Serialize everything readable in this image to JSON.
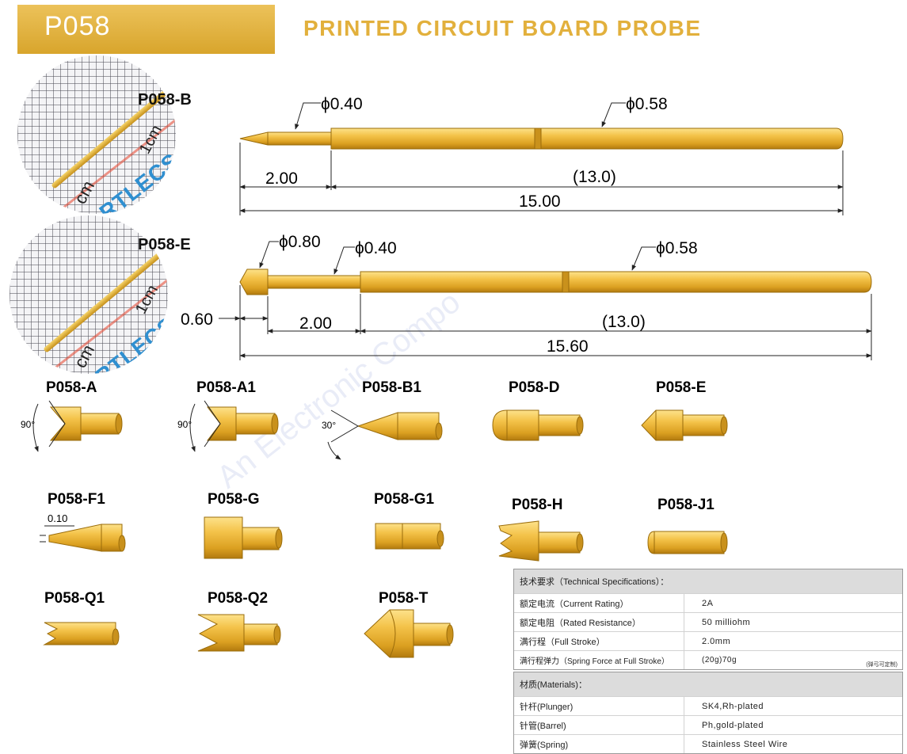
{
  "header": {
    "model": "P058",
    "title": "PRINTED CIRCUIT BOARD  PROBE"
  },
  "photos": [
    {
      "label": "P058-B",
      "cm_label_1": "1cm",
      "cm_label_2": "cm",
      "brand": "RTLECS"
    },
    {
      "label": "P058-E",
      "cm_label_1": "1cm",
      "cm_label_2": "cm",
      "brand": "RTLECS"
    }
  ],
  "drawing_b": {
    "tip_diameter": "ϕ0.40",
    "barrel_diameter": "ϕ0.58",
    "tip_length": "2.00",
    "barrel_length": "(13.0)",
    "total_length": "15.00"
  },
  "drawing_e": {
    "head_diameter": "ϕ0.80",
    "tip_diameter": "ϕ0.40",
    "barrel_diameter": "ϕ0.58",
    "head_length": "0.60",
    "tip_length": "2.00",
    "barrel_length": "(13.0)",
    "total_length": "15.60"
  },
  "tips": [
    {
      "name": "P058-A",
      "angle": "90°"
    },
    {
      "name": "P058-A1",
      "angle": "90°"
    },
    {
      "name": "P058-B1",
      "angle": "30°"
    },
    {
      "name": "P058-D"
    },
    {
      "name": "P058-E"
    },
    {
      "name": "P058-F1",
      "dimension": "0.10"
    },
    {
      "name": "P058-G"
    },
    {
      "name": "P058-G1"
    },
    {
      "name": "P058-H"
    },
    {
      "name": "P058-J1"
    },
    {
      "name": "P058-Q1"
    },
    {
      "name": "P058-Q2"
    },
    {
      "name": "P058-T"
    }
  ],
  "watermark": "An Electronic Compo",
  "specs": {
    "title": "技术要求（Technical Specifications）：",
    "rows": [
      {
        "label": "额定电流（Current Rating）",
        "value": "2A"
      },
      {
        "label": "额定电阻（Rated Resistance）",
        "value": "50 milliohm"
      },
      {
        "label": "满行程（Full Stroke）",
        "value": "2.0mm"
      },
      {
        "label": "满行程弹力（Spring Force at Full Stroke）",
        "value": "(20g)70g",
        "note": "(弹弓可定制)"
      }
    ]
  },
  "materials": {
    "title": "材质(Materials)：",
    "rows": [
      {
        "label": "针杆(Plunger)",
        "value": "SK4,Rh-plated"
      },
      {
        "label": "针管(Barrel)",
        "value": "Ph,gold-plated"
      },
      {
        "label": "弹簧(Spring)",
        "value": "Stainless Steel Wire"
      }
    ]
  },
  "colors": {
    "gold_light": "#fbe08a",
    "gold": "#e9b42e",
    "gold_dark": "#b7800f",
    "header_band": "#e1ad3a",
    "headline": "#e2b03c"
  }
}
